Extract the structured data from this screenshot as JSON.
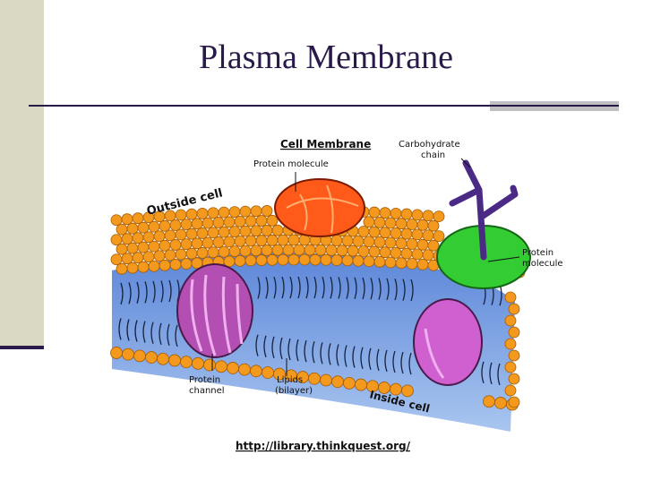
{
  "slide": {
    "title": "Plasma Membrane"
  },
  "figure": {
    "labels": {
      "cell_membrane": "Cell Membrane",
      "carbohydrate_line1": "Carbohydrate",
      "carbohydrate_line2": "chain",
      "protein_molecule_top": "Protein molecule",
      "outside_cell": "Outside cell",
      "protein_molecule_right_line1": "Protein",
      "protein_molecule_right_line2": "molecule",
      "protein_channel_line1": "Protein",
      "protein_channel_line2": "channel",
      "lipids_line1": "Lipids",
      "lipids_line2": "(bilayer)",
      "inside_cell": "Inside cell",
      "source_url": "http://library.thinkquest.org/"
    },
    "colors": {
      "lipid_head": "#f39a1e",
      "interior": "#7fa6e0",
      "protein_top": "#ff5a1a",
      "protein_green": "#33cc33",
      "protein_channel": "#b34fb3",
      "carbohydrate": "#4b2a86"
    }
  }
}
